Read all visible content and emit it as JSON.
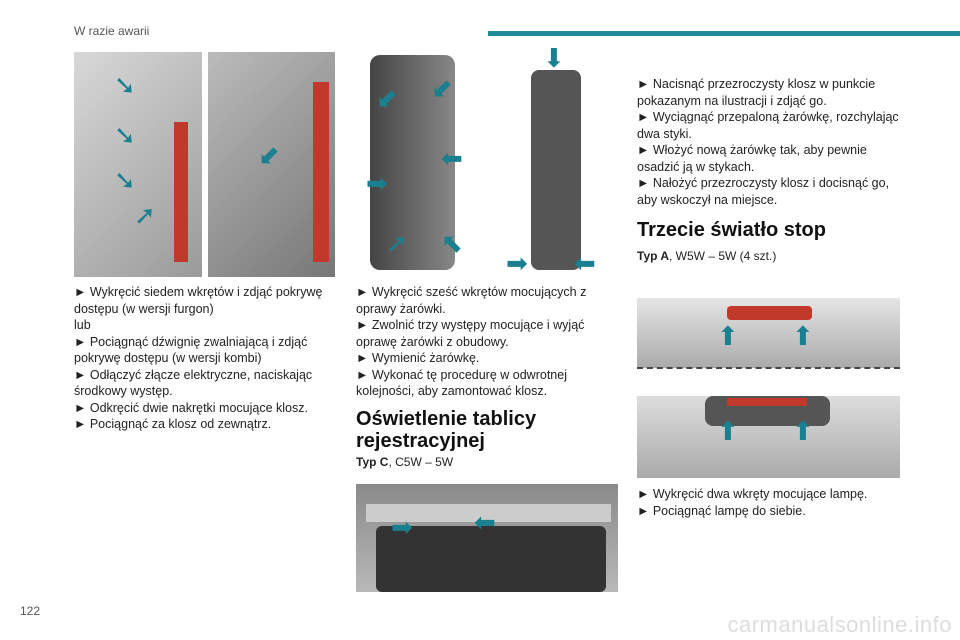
{
  "header": {
    "section": "W razie awarii",
    "page_number": "122"
  },
  "watermark": "carmanualsonline.info",
  "col1": {
    "items": [
      "► Wykręcić siedem wkrętów i zdjąć pokrywę dostępu (w wersji furgon)",
      "lub",
      "► Pociągnąć dźwignię zwalniającą i zdjąć pokrywę dostępu (w wersji kombi)",
      "► Odłączyć złącze elektryczne, naciskając środkowy występ.",
      "► Odkręcić dwie nakrętki mocujące klosz.",
      "► Pociągnąć za klosz od zewnątrz."
    ]
  },
  "col2": {
    "items": [
      "► Wykręcić sześć wkrętów mocujących z oprawy żarówki.",
      "► Zwolnić trzy występy mocujące i wyjąć oprawę żarówki z obudowy.",
      "► Wymienić żarówkę.",
      "► Wykonać tę procedurę w odwrotnej kolejności, aby zamontować klosz."
    ],
    "heading": "Oświetlenie tablicy rejestracyjnej",
    "type_bold": "Typ C",
    "type_rest": ", C5W – 5W"
  },
  "col3": {
    "items": [
      "► Nacisnąć przezroczysty klosz w punkcie pokazanym na ilustracji i zdjąć go.",
      "► Wyciągnąć przepaloną żarówkę, rozchylając dwa styki.",
      "► Włożyć nową żarówkę tak, aby pewnie osadzić ją w stykach.",
      "► Nałożyć przezroczysty klosz i docisnąć go, aby wskoczył na miejsce."
    ],
    "heading": "Trzecie światło stop",
    "type_bold": "Typ A",
    "type_rest": ", W5W – 5W (4 szt.)",
    "items2": [
      "► Wykręcić dwa wkręty mocujące lampę.",
      "► Pociągnąć lampę do siebie."
    ]
  },
  "colors": {
    "accent": "#1f8a9a",
    "arrow": "#1a7f8e"
  }
}
